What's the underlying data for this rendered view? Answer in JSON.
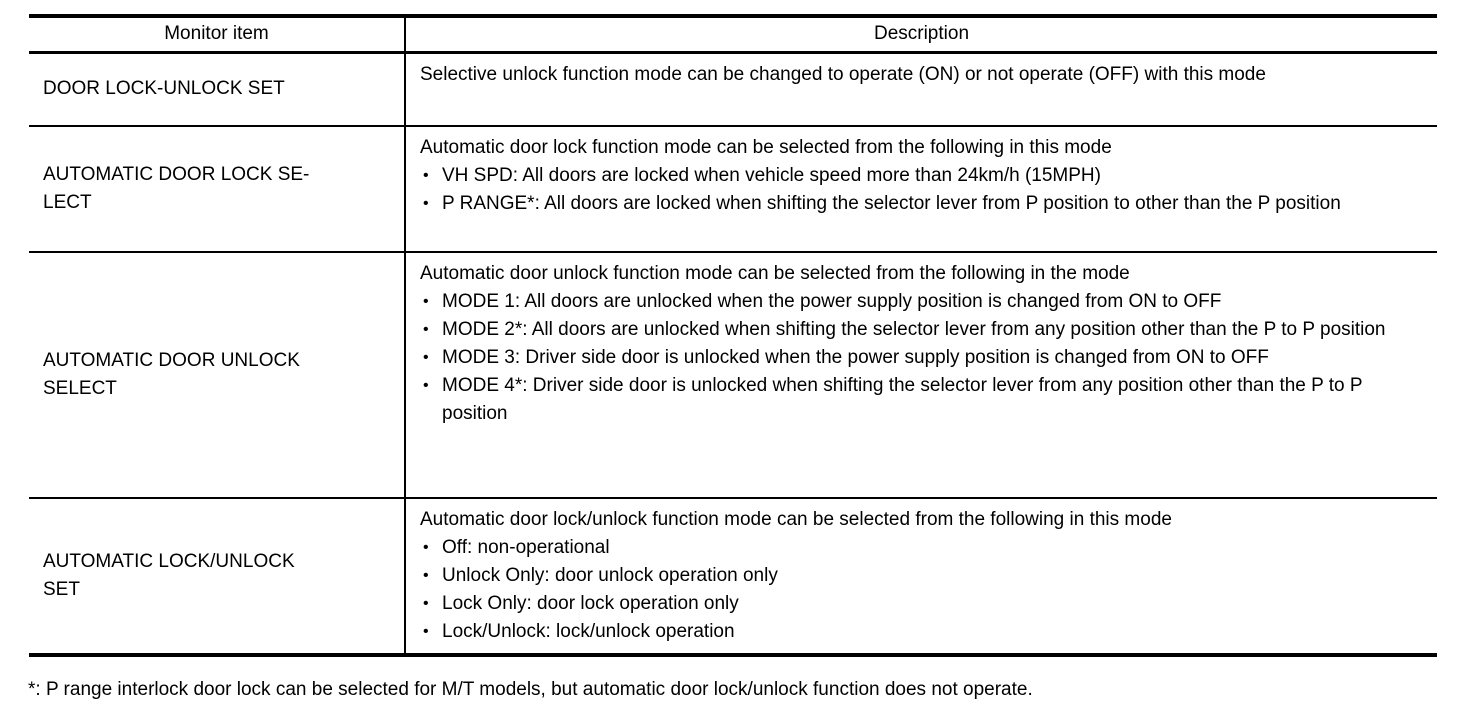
{
  "table": {
    "headers": {
      "item": "Monitor item",
      "description": "Description"
    },
    "rows": [
      {
        "item": "DOOR LOCK-UNLOCK SET",
        "intro": "Selective unlock function mode can be changed to operate (ON) or not operate (OFF) with this mode",
        "bullets": []
      },
      {
        "item": "AUTOMATIC DOOR LOCK SE-\nLECT",
        "intro": "Automatic door lock function mode can be selected from the following in this mode",
        "bullets": [
          "VH SPD: All doors are locked when vehicle speed more than 24km/h (15MPH)",
          "P RANGE*: All doors are locked when shifting the selector lever from P position to other than the P position"
        ]
      },
      {
        "item": "AUTOMATIC DOOR UNLOCK\nSELECT",
        "intro": "Automatic door unlock function mode can be selected from the following in the mode",
        "bullets": [
          "MODE 1: All doors are unlocked when the power supply position is changed from ON to OFF",
          "MODE 2*: All doors are unlocked when shifting the selector lever from any position other than the P to P position",
          "MODE 3: Driver side door is unlocked when the power supply position is changed from ON to OFF",
          "MODE 4*: Driver side door is unlocked when shifting the selector lever from any position other than the P to P position"
        ]
      },
      {
        "item": "AUTOMATIC LOCK/UNLOCK\nSET",
        "intro": "Automatic door lock/unlock function mode can be selected from the following in this mode",
        "bullets": [
          "Off: non-operational",
          "Unlock Only: door unlock operation only",
          "Lock Only: door lock operation only",
          "Lock/Unlock: lock/unlock operation"
        ]
      }
    ]
  },
  "footnote": "*: P range interlock door lock can be selected for M/T models, but automatic door lock/unlock function does not operate.",
  "bullet_glyph": "•",
  "colors": {
    "text": "#000000",
    "border": "#000000",
    "background": "#ffffff"
  }
}
